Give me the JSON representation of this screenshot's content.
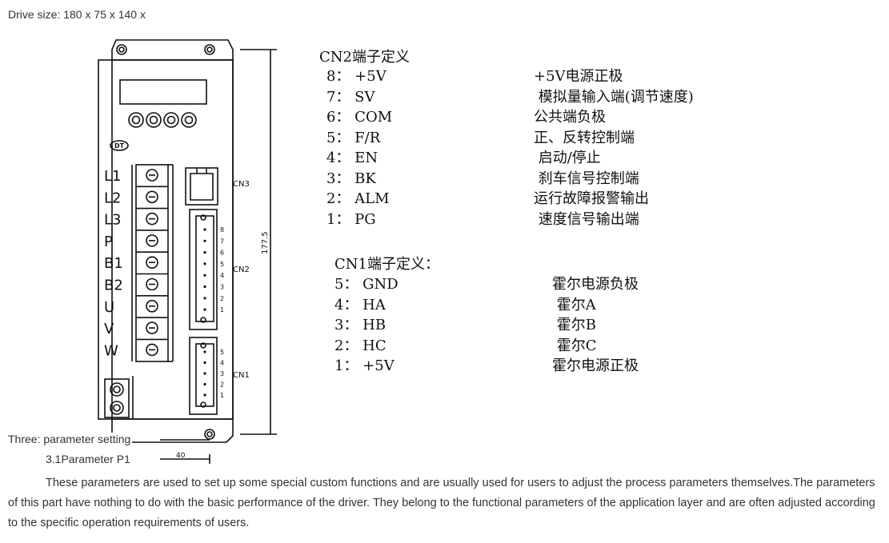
{
  "drive_size": "Drive size: 180 x 75 x 140 x",
  "drawing": {
    "logo": "DT",
    "terminals": [
      "L1",
      "L2",
      "L3",
      "P",
      "B1",
      "B2",
      "U",
      "V",
      "W"
    ],
    "cn3": "CN3",
    "cn2": "CN2",
    "cn1": "CN1",
    "cn2_pins": [
      "8",
      "7",
      "6",
      "5",
      "4",
      "3",
      "2",
      "1"
    ],
    "cn1_pins": [
      "5",
      "4",
      "3",
      "2",
      "1"
    ],
    "height_dim": "177.5",
    "width_dim": "40"
  },
  "cn2": {
    "title": "CN2端子定义",
    "rows": [
      {
        "pin": "8： +5V",
        "desc": "+5V电源正极"
      },
      {
        "pin": "7： SV",
        "desc": " 模拟量输入端(调节速度)"
      },
      {
        "pin": "6： COM",
        "desc": "公共端负极"
      },
      {
        "pin": "5： F/R",
        "desc": "正、反转控制端"
      },
      {
        "pin": "4： EN",
        "desc": " 启动/停止"
      },
      {
        "pin": "3： BK",
        "desc": " 刹车信号控制端"
      },
      {
        "pin": "2： ALM",
        "desc": "运行故障报警输出"
      },
      {
        "pin": "1： PG",
        "desc": " 速度信号输出端"
      }
    ]
  },
  "cn1": {
    "title": "CN1端子定义：",
    "rows": [
      {
        "pin": "5： GND",
        "desc": "霍尔电源负极"
      },
      {
        "pin": "4： HA",
        "desc": " 霍尔A"
      },
      {
        "pin": "3： HB",
        "desc": " 霍尔B"
      },
      {
        "pin": "2： HC",
        "desc": " 霍尔C"
      },
      {
        "pin": "1： +5V",
        "desc": "霍尔电源正极"
      }
    ]
  },
  "section_title": "Three: parameter setting",
  "subsection_title": "3.1Parameter P1",
  "paragraph": "These parameters are used to set up some special custom functions and are usually used for users to adjust the process parameters themselves.The parameters of this part have nothing to do with the basic performance of the driver. They belong to the functional parameters of the application layer and are often adjusted according to the specific operation requirements of users."
}
